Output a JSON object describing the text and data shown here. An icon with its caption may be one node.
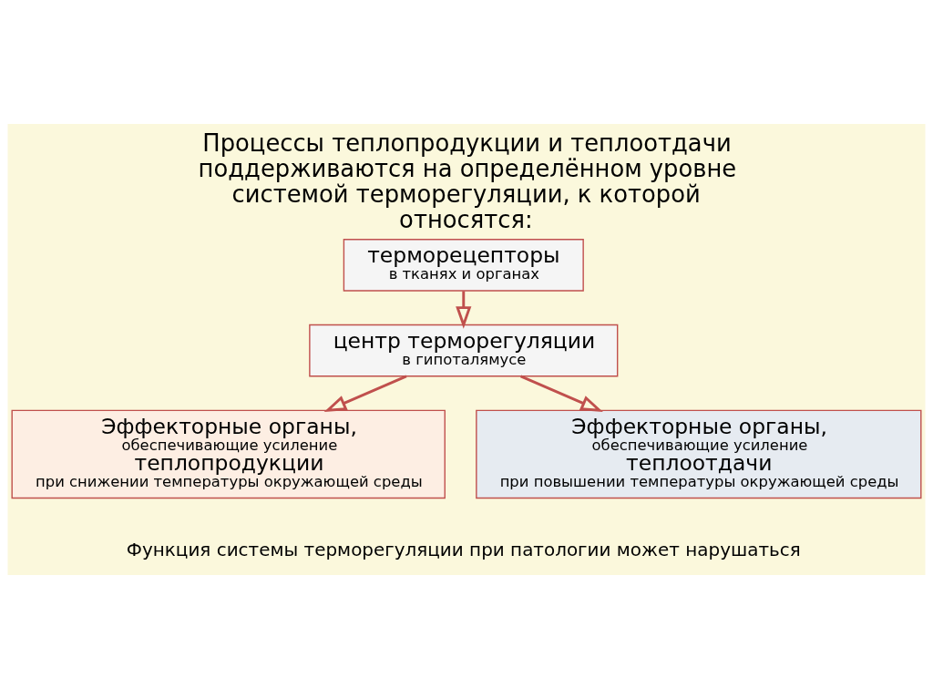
{
  "diagram": {
    "title": "Процессы теплопродукции и теплоотдачи поддерживаются на определённом уровне системой терморегуляции, к которой относятся:",
    "labels": [
      "Функция системы терморегуляции при патологии может нарушаться"
    ],
    "nodes": [
      {
        "text": [
          "терморецепторы",
          "в тканях и органах"
        ]
      },
      {
        "text": [
          "центр терморегуляции",
          "в гипоталямусе"
        ]
      },
      {
        "text": [
          "Эффекторные органы,",
          "обеспечивающие усиление",
          "теплопродукции",
          "при снижении температуры окружающей среды"
        ]
      },
      {
        "text": [
          "Эффекторные органы,",
          "обеспечивающие усиление",
          "теплоотдачи",
          "при повышении температуры окружающей среды"
        ]
      }
    ],
    "edges": [
      {
        "from": 0,
        "to": 1,
        "arrow": "to"
      },
      {
        "from": 1,
        "to": 2,
        "arrow": "to"
      },
      {
        "from": 1,
        "to": 3,
        "arrow": "to"
      }
    ]
  }
}
